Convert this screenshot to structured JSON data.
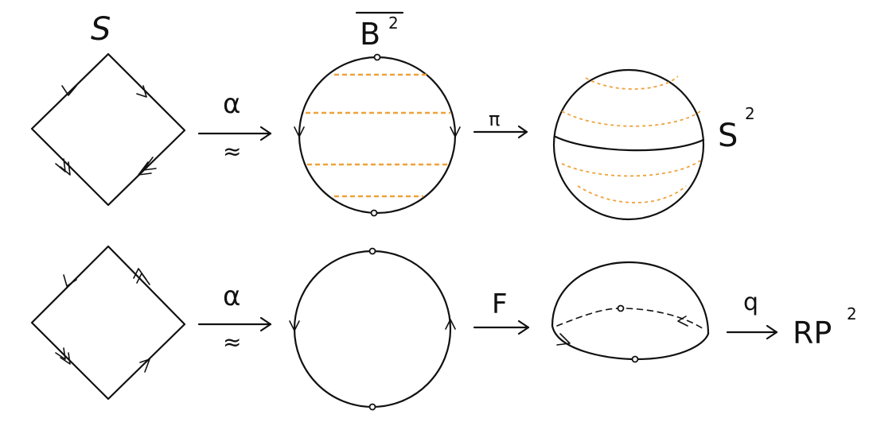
{
  "colors": {
    "ink": "#111111",
    "accent": "#f0a23a",
    "background": "#ffffff"
  },
  "top_row": {
    "square_label": "S",
    "disk_label": "B",
    "disk_exponent": "2",
    "sphere_label": "S",
    "sphere_exponent": "2",
    "arrow1_label": "α",
    "arrow1_sub": "≈",
    "arrow2_label": "π"
  },
  "bottom_row": {
    "arrow1_label": "α",
    "arrow1_sub": "≈",
    "arrow2_label": "F",
    "arrow3_label": "q",
    "target_label": "RP",
    "target_exponent": "2"
  }
}
